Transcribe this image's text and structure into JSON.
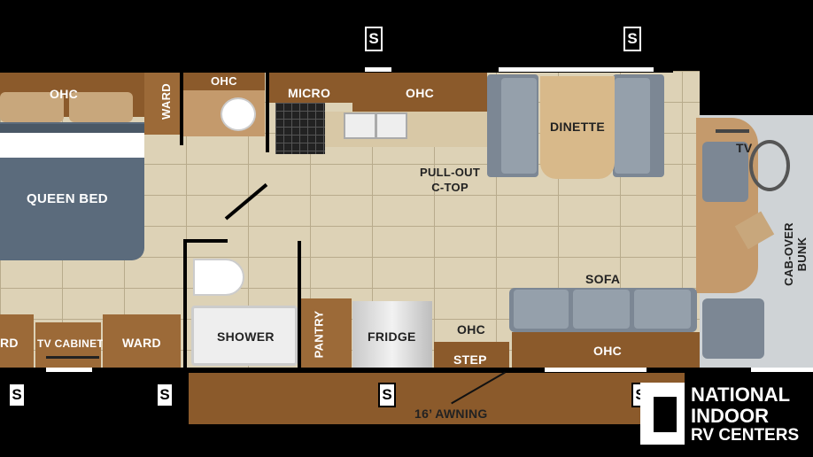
{
  "rooms": {
    "ohc_left": "OHC",
    "ward_top": "WARD",
    "ohc_bath": "OHC",
    "micro": "MICRO",
    "ohc_kitchen": "OHC",
    "dinette": "DINETTE",
    "pullout_ctop": "PULL-OUT\nC-TOP",
    "tv": "TV",
    "cabover_bunk": "CAB-OVER\nBUNK",
    "queen_bed": "QUEEN BED",
    "sofa": "SOFA",
    "rd": "RD",
    "tv_cabinet": "TV CABINET",
    "ward_bottom": "WARD",
    "shower": "SHOWER",
    "pantry": "PANTRY",
    "fridge": "FRIDGE",
    "ohc_step": "OHC",
    "step": "STEP",
    "ohc_sofa": "OHC",
    "awning": "16’ AWNING"
  },
  "slide_marker": "S",
  "logo": {
    "line1": "NATIONAL",
    "line2": "INDOOR",
    "line3": "RV CENTERS"
  },
  "colors": {
    "floor": "#ddd2b6",
    "wood": "#8b5a2b",
    "upholstery": "#7c8794",
    "bed": "#5b6b7c"
  }
}
